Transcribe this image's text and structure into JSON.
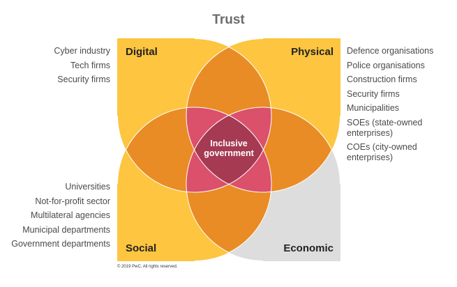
{
  "title": "Trust",
  "quadrants": {
    "digital": "Digital",
    "physical": "Physical",
    "social": "Social",
    "economic": "Economic"
  },
  "center": {
    "line1": "Inclusive",
    "line2": "government"
  },
  "lists": {
    "digital": [
      "Cyber industry",
      "Tech firms",
      "Security firms"
    ],
    "physical": [
      "Defence organisations",
      "Police organisations",
      "Construction firms",
      "Security firms",
      "Municipalities",
      "SOEs (state-owned enterprises)",
      "COEs (city-owned enterprises)"
    ],
    "social": [
      "Universities",
      "Not-for-profit sector",
      "Multilateral agencies",
      "Municipal departments",
      "Government departments"
    ]
  },
  "copyright": "© 2019 PwC. All rights reserved.",
  "colors": {
    "yellow": "#FDC540",
    "grey": "#DEDDDD",
    "orange": "#E98C25",
    "pink": "#DB506B",
    "dark": "#A53A52"
  }
}
